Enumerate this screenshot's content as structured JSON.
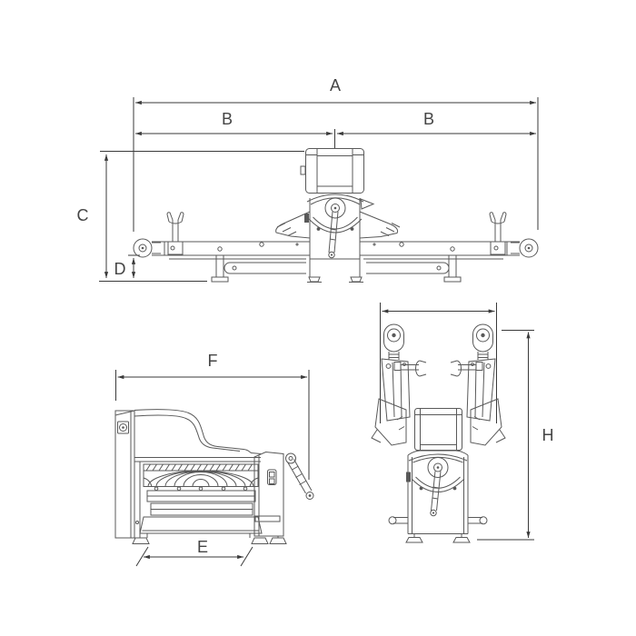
{
  "colors": {
    "background": "#ffffff",
    "machine_line": "#595959",
    "dimension_line": "#3a3a3a",
    "label_text": "#454545"
  },
  "dimension_labels": {
    "a": "A",
    "b_left": "B",
    "b_right": "B",
    "c": "C",
    "d": "D",
    "f": "F",
    "e": "E",
    "h": "H"
  }
}
